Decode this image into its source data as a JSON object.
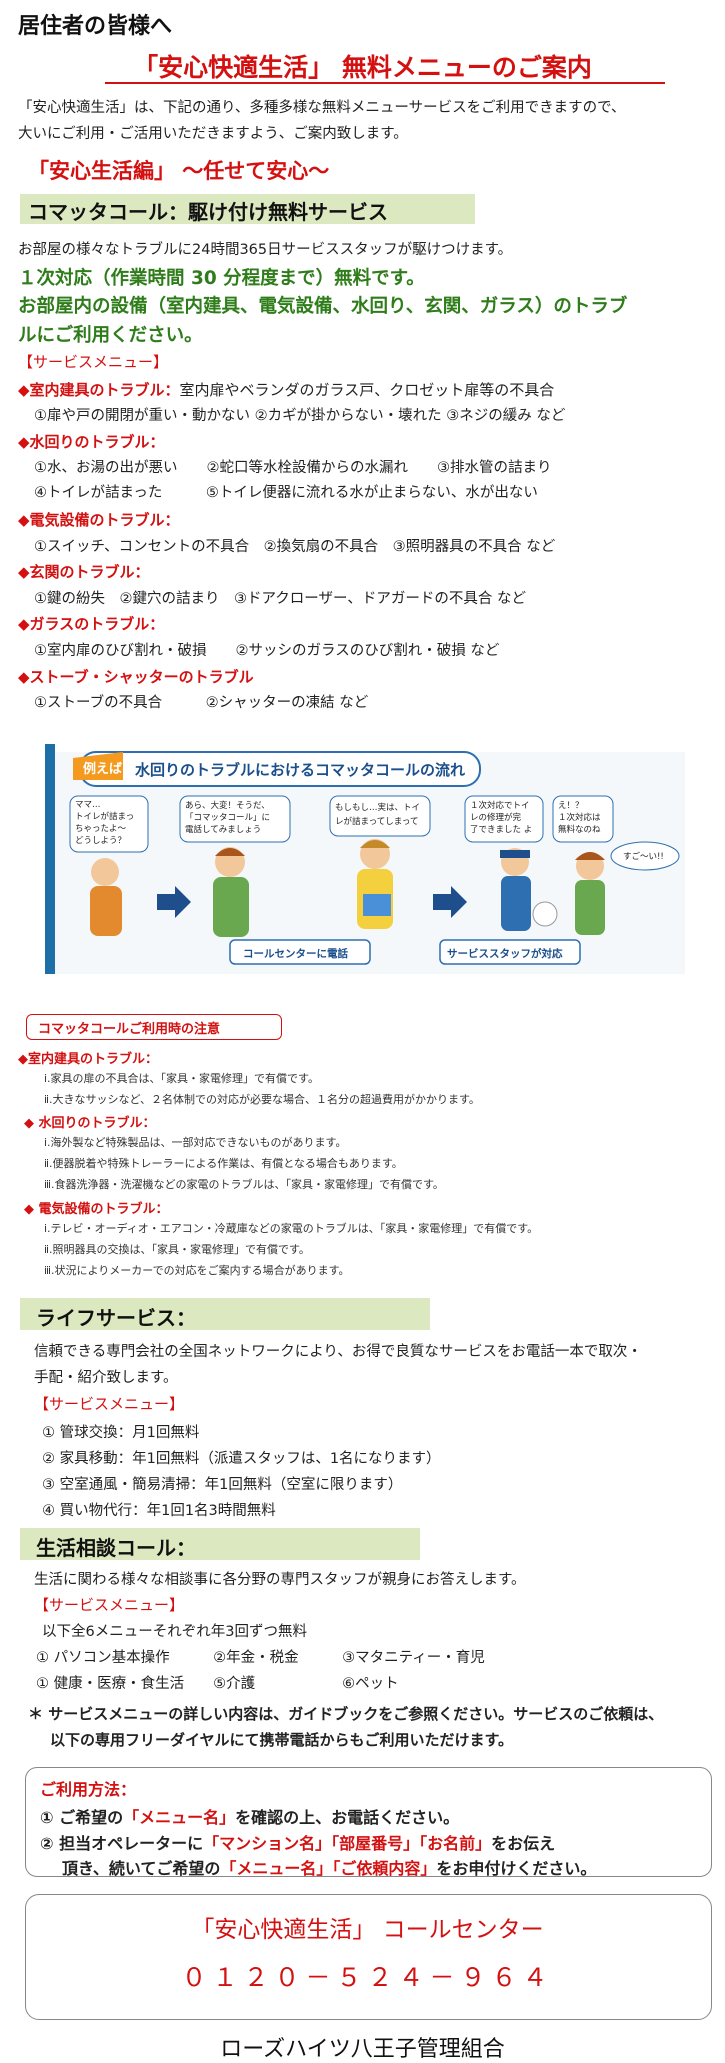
{
  "header": {
    "greeting": "居住者の皆様へ",
    "title": "「安心快適生活」 無料メニューのご案内",
    "intro_line1": "「安心快適生活」は、下記の通り、多種多様な無料メニューサービスをご利用できますので、",
    "intro_line2": "大いにご利用・ご活用いただきますよう、ご案内致します。"
  },
  "anshin": {
    "section_title": "「安心生活編」 ～任せて安心～",
    "band_label": "コマッタコール：駆け付け無料サービス",
    "lead": "お部屋の様々なトラブルに24時間365日サービススタッフが駆けつけます。",
    "green1": "１次対応（作業時間 30 分程度まで）無料です。",
    "green2": "お部屋内の設備（室内建具、電気設備、水回り、玄関、ガラス）のトラブ",
    "green3": "ルにご利用ください。",
    "menu_label": "【サービスメニュー】",
    "categories": [
      {
        "title": "◆室内建具のトラブル：",
        "desc": "室内扉やベランダのガラス戸、クロゼット扉等の不具合",
        "lines": [
          "①扉や戸の開閉が重い・動かない ②カギが掛からない・壊れた ③ネジの緩み など"
        ]
      },
      {
        "title": "◆水回りのトラブル：",
        "desc": "",
        "lines": [
          "①水、お湯の出が悪い　　②蛇口等水栓設備からの水漏れ　　③排水管の詰まり",
          "④トイレが詰まった　　　⑤トイレ便器に流れる水が止まらない、水が出ない"
        ]
      },
      {
        "title": "◆電気設備のトラブル：",
        "desc": "",
        "lines": [
          "①スイッチ、コンセントの不具合　②換気扇の不具合　③照明器具の不具合 など"
        ]
      },
      {
        "title": "◆玄関のトラブル：",
        "desc": "",
        "lines": [
          "①鍵の紛失　②鍵穴の詰まり　③ドアクローザー、ドアガードの不具合 など"
        ]
      },
      {
        "title": "◆ガラスのトラブル：",
        "desc": "",
        "lines": [
          "①室内扉のひび割れ・破損　　②サッシのガラスのひび割れ・破損 など"
        ]
      },
      {
        "title": "◆ストーブ・シャッターのトラブル",
        "desc": "",
        "lines": [
          "①ストーブの不具合　　　②シャッターの凍結 など"
        ]
      }
    ]
  },
  "illustration": {
    "badge": "例えば…",
    "heading": "水回りのトラブルにおけるコマッタコールの流れ",
    "bubble1": [
      "ママ…",
      "トイレが詰まっ",
      "ちゃったよ〜",
      "どうしよう？"
    ],
    "bubble2": [
      "あら、大変！そうだ、",
      "「コマッタコール」に",
      "電話してみましょう"
    ],
    "bubble3": [
      "もしもし…実は、トイ",
      "レが詰まってしまって"
    ],
    "bubble4": [
      "１次対応でトイ",
      "レの修理が完",
      "了できました よ"
    ],
    "bubble5": [
      "え！？",
      "１次対応は",
      "無料なのね"
    ],
    "bubble6": "すご〜い!!",
    "box1": "コールセンターに電話",
    "box2": "サービススタッフが対応"
  },
  "notes": {
    "title": "コマッタコールご利用時の注意",
    "groups": [
      {
        "title": "◆室内建具のトラブル：",
        "items": [
          "ⅰ.家具の扉の不具合は、「家具・家電修理」で有償です。",
          "ⅱ.大きなサッシなど、２名体制での対応が必要な場合、１名分の超過費用がかかります。"
        ]
      },
      {
        "title": "◆ 水回りのトラブル：",
        "items": [
          "ⅰ.海外製など特殊製品は、一部対応できないものがあります。",
          "ⅱ.便器脱着や特殊トレーラーによる作業は、有償となる場合もあります。",
          "ⅲ.食器洗浄器・洗濯機などの家電のトラブルは、「家具・家電修理」で有償です。"
        ]
      },
      {
        "title": "◆ 電気設備のトラブル：",
        "items": [
          "ⅰ.テレビ・オーディオ・エアコン・冷蔵庫などの家電のトラブルは、「家具・家電修理」で有償です。",
          "ⅱ.照明器具の交換は、「家具・家電修理」で有償です。",
          "ⅲ.状況によりメーカーでの対応をご案内する場合があります。"
        ]
      }
    ]
  },
  "life": {
    "band_label": "ライフサービス：",
    "desc1": "信頼できる専門会社の全国ネットワークにより、お得で良質なサービスをお電話一本で取次・",
    "desc2": "手配・紹介致します。",
    "menu_label": "【サービスメニュー】",
    "items": [
      "① 管球交換：月1回無料",
      "② 家具移動：年1回無料（派遣スタッフは、1名になります）",
      "③ 空室通風・簡易清掃：年1回無料（空室に限ります）",
      "④ 買い物代行：年1回1名3時間無料"
    ]
  },
  "consult": {
    "band_label": "生活相談コール：",
    "desc": "生活に関わる様々な相談事に各分野の専門スタッフが親身にお答えします。",
    "menu_label": "【サービスメニュー】",
    "sub": "以下全6メニューそれぞれ年3回ずつ無料",
    "row1": "① パソコン基本操作　　　②年金・税金　　　③マタニティー・育児",
    "row2": "① 健康・医療・食生活　　⑤介護　　　　　　⑥ペット"
  },
  "footnote": {
    "line1": "＊ サービスメニューの詳しい内容は、ガイドブックをご参照ください。サービスのご依頼は、",
    "line2": "以下の専用フリーダイヤルにて携帯電話からもご利用いただけます。"
  },
  "howto": {
    "title": "ご利用方法：",
    "s1_a": "① ご希望の",
    "s1_b": "「メニュー名」",
    "s1_c": "を確認の上、お電話ください。",
    "s2_a": "② 担当オペレーターに",
    "s2_b": "「マンション名」「部屋番号」「お名前」",
    "s2_c": "をお伝え",
    "s3_a": "頂き、続いてご希望の",
    "s3_b": "「メニュー名」「ご依頼内容」",
    "s3_c": "をお申付けください。"
  },
  "callcenter": {
    "title": "「安心快適生活」 コールセンター",
    "number": "０１２０－５２４－９６４"
  },
  "footer": "ローズハイツ八王子管理組合"
}
